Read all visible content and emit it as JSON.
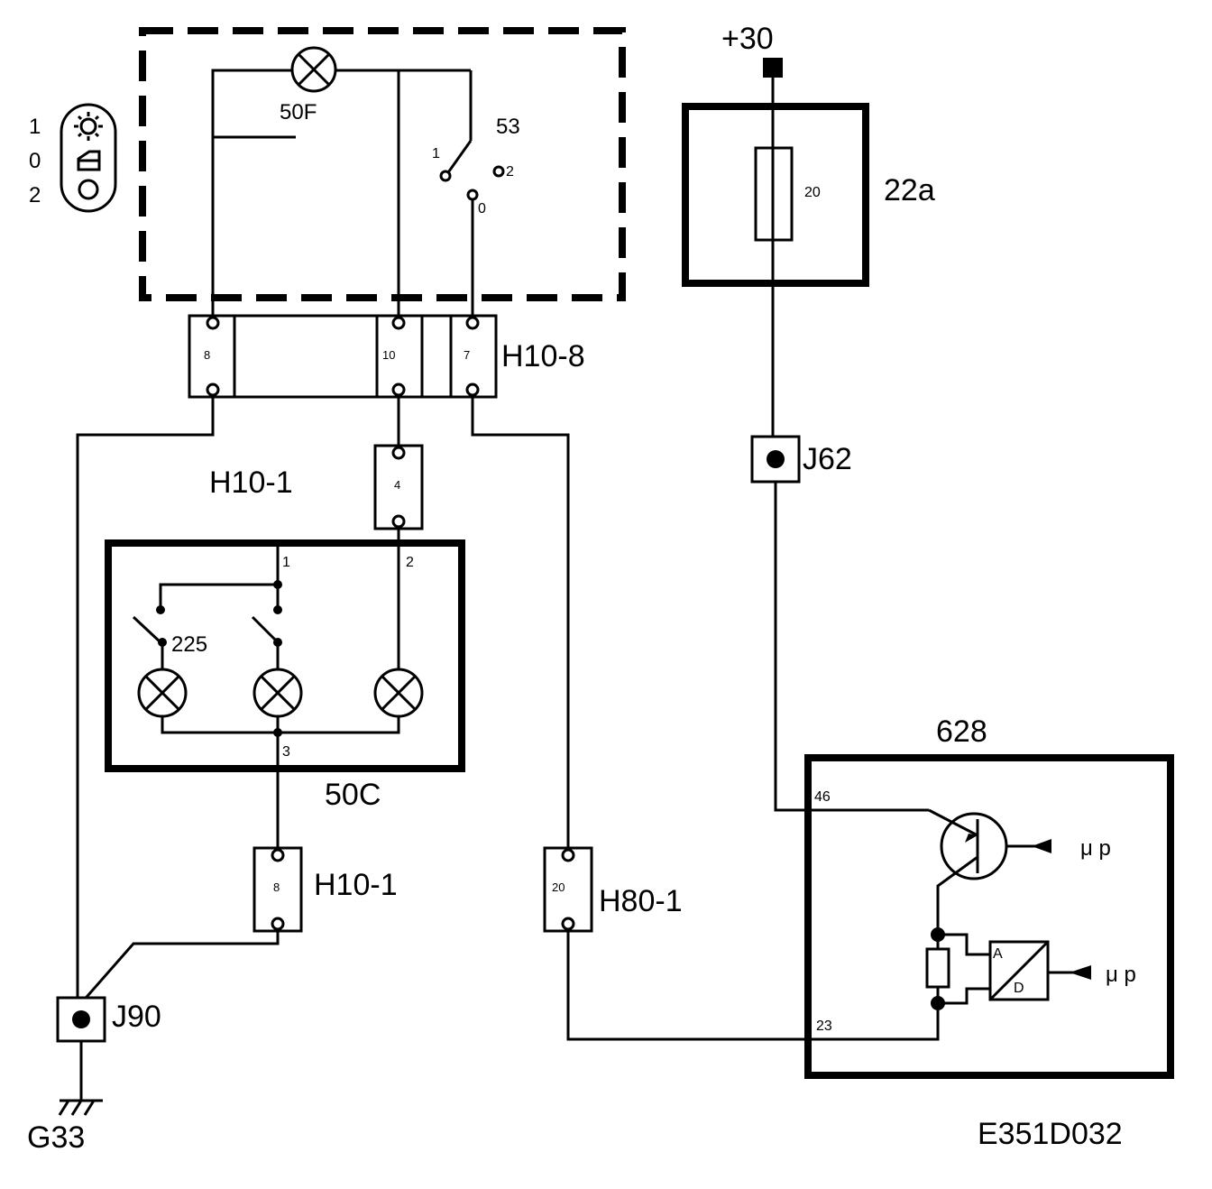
{
  "labels": {
    "lamp_50F": "50F",
    "switch_53": "53",
    "sw_pos_1": "1",
    "sw_pos_2": "2",
    "sw_pos_0": "0",
    "legend_1": "1",
    "legend_0": "0",
    "legend_2": "2",
    "plus30": "+30",
    "fuse_value": "20",
    "fuse_box": "22a",
    "conn_H10_8": "H10-8",
    "H10_8_pin_8": "8",
    "H10_8_pin_10": "10",
    "H10_8_pin_7": "7",
    "conn_H10_1_top": "H10-1",
    "H10_1_top_pin": "4",
    "comp_50C": "50C",
    "c50C_term_1": "1",
    "c50C_term_2": "2",
    "c50C_term_3": "3",
    "switch_225": "225",
    "conn_H10_1_bottom": "H10-1",
    "H10_1_bottom_pin": "8",
    "conn_H80_1": "H80-1",
    "H80_1_pin": "20",
    "splice_J62": "J62",
    "splice_J90": "J90",
    "ground_G33": "G33",
    "ecu_628": "628",
    "ecu_pin_46": "46",
    "ecu_pin_23": "23",
    "mu_p_top": "μ p",
    "mu_p_bottom": "μ p",
    "adc_A": "A",
    "adc_D": "D",
    "diagram_id": "E351D032"
  },
  "icons": {
    "legend_switch": "light-switch-legend-icon",
    "lamp": "bulb-icon",
    "ground": "ground-icon",
    "transistor": "transistor-icon",
    "resistor": "resistor-icon",
    "converter": "ad-converter-icon"
  },
  "colors": {
    "ink": "#000000",
    "paper": "#ffffff"
  }
}
